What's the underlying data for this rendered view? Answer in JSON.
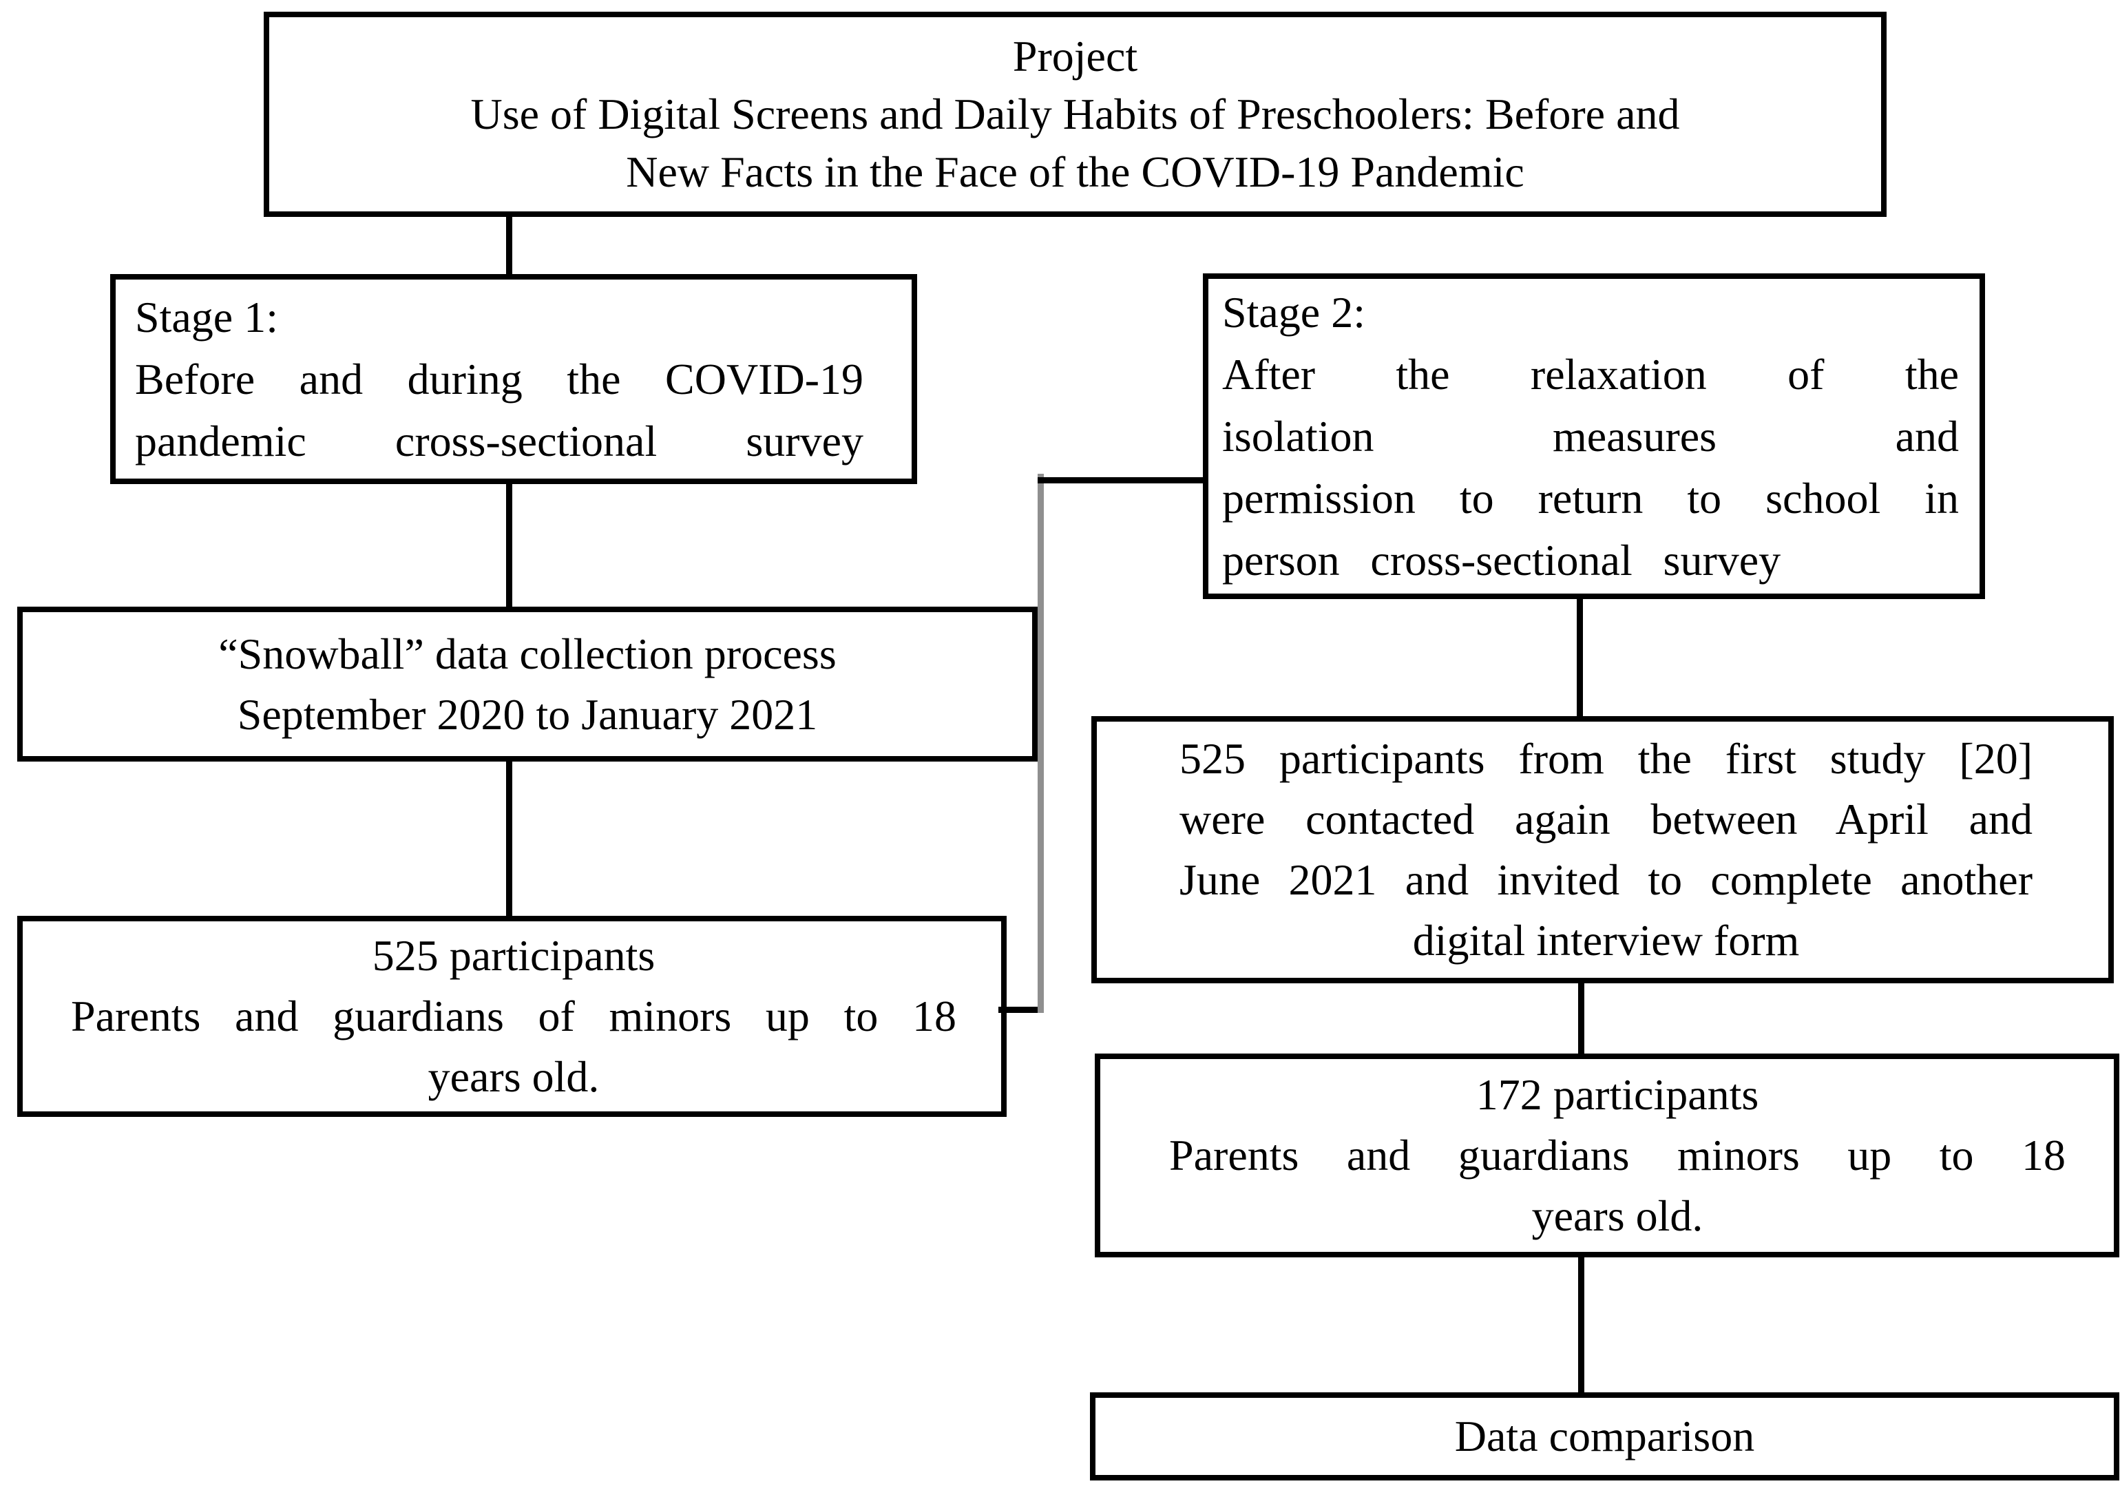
{
  "figure": {
    "type": "flowchart",
    "colors": {
      "border": "#000000",
      "text": "#000000",
      "background": "#ffffff",
      "cross_connector_gray": "#8f8f8f"
    },
    "boxes": {
      "project": {
        "lines": [
          "Project",
          "Use of Digital Screens and Daily Habits of Preschoolers: Before and",
          "New Facts in the Face of the COVID-19 Pandemic"
        ]
      },
      "stage1": {
        "lines": [
          "Stage 1:",
          "Before and during the COVID-19",
          "pandemic cross-sectional survey"
        ]
      },
      "stage2": {
        "lines": [
          "Stage 2:",
          "After the relaxation of the",
          "isolation measures and",
          "permission to return to school in",
          "person cross-sectional survey"
        ]
      },
      "snowball": {
        "lines": [
          "“Snowball” data collection process",
          "September 2020 to January 2021"
        ]
      },
      "participants525_stage1": {
        "lines": [
          "525 participants",
          "Parents and guardians of minors up to 18",
          "years old."
        ]
      },
      "recontact525_stage2": {
        "lines": [
          "525 participants from the first study [20]",
          "were contacted again between April and",
          "June 2021 and invited to complete another",
          "digital interview form"
        ]
      },
      "participants172_stage2": {
        "lines": [
          "172 participants",
          "Parents and guardians minors up to 18",
          "years old."
        ]
      },
      "data_comparison": {
        "lines": [
          "Data comparison"
        ]
      }
    },
    "edges": [
      {
        "from": "project",
        "to": "stage1"
      },
      {
        "from": "stage1",
        "to": "snowball"
      },
      {
        "from": "snowball",
        "to": "participants525_stage1"
      },
      {
        "from": "participants525_stage1",
        "to": "stage2"
      },
      {
        "from": "stage2",
        "to": "recontact525_stage2"
      },
      {
        "from": "recontact525_stage2",
        "to": "participants172_stage2"
      },
      {
        "from": "participants172_stage2",
        "to": "data_comparison"
      }
    ]
  }
}
